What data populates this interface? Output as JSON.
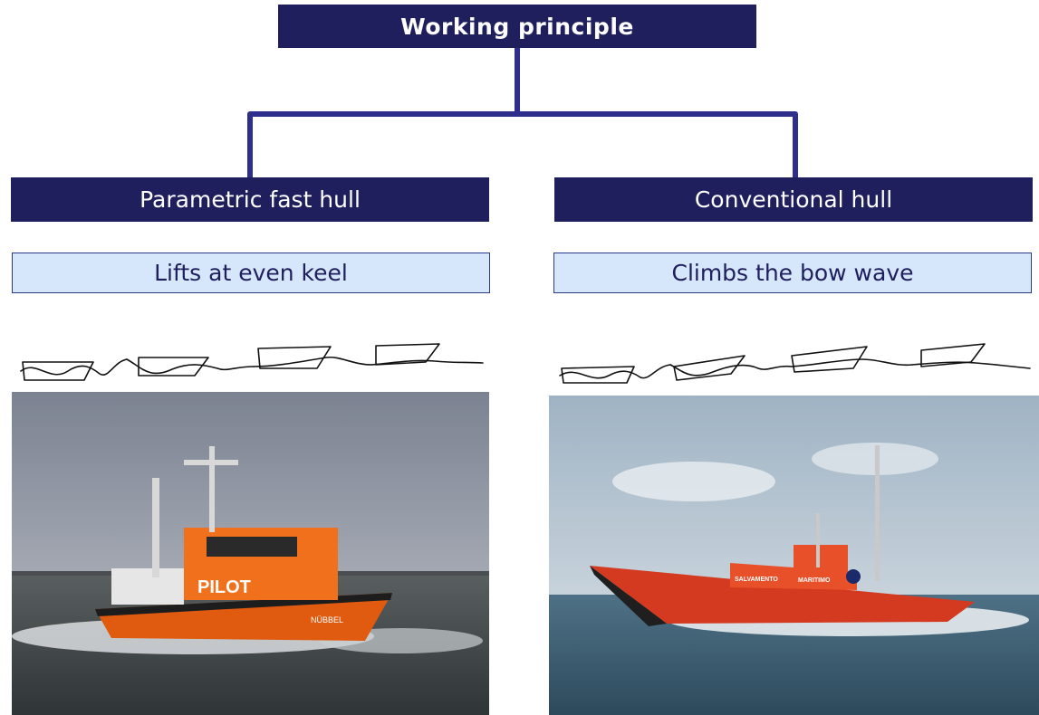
{
  "diagram": {
    "root": {
      "label": "Working principle"
    },
    "branches": [
      {
        "title": "Parametric fast hull",
        "description": "Lifts at even keel",
        "photo": {
          "subject": "orange pilot boat",
          "hull_text": "PILOT",
          "name_text": "NÜBBEL"
        }
      },
      {
        "title": "Conventional hull",
        "description": "Climbs the bow wave",
        "photo": {
          "subject": "red rescue boat",
          "hull_text": "SALVAMENTO MARITIMO"
        }
      }
    ]
  },
  "colors": {
    "navy": "#1f1f5e",
    "light_blue": "#d6e6fb",
    "connector": "#2e2e8c"
  }
}
